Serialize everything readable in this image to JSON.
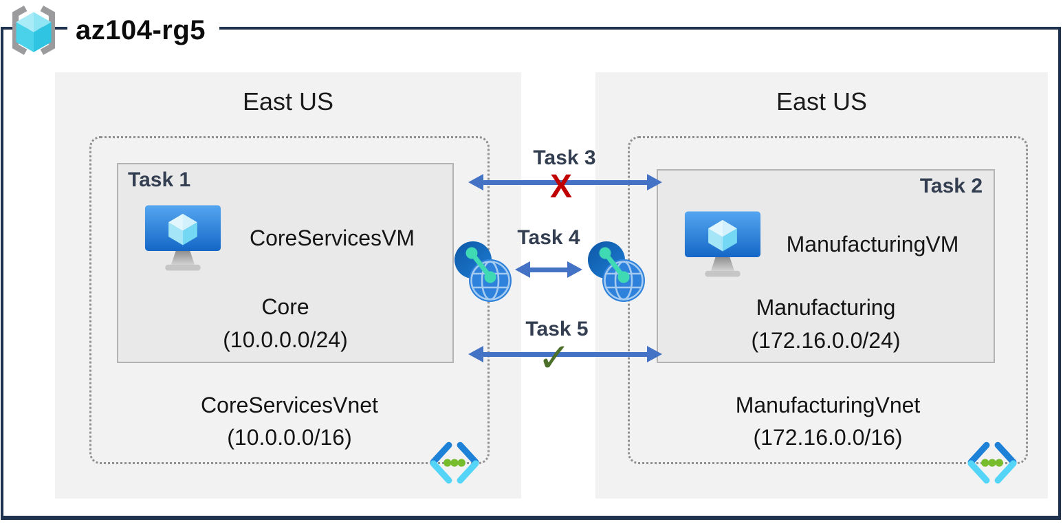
{
  "resource_group": {
    "name": "az104-rg5"
  },
  "vnets": [
    {
      "region": "East US",
      "task": "Task 1",
      "vm_name": "CoreServicesVM",
      "subnet_name": "Core",
      "subnet_cidr": "(10.0.0.0/24)",
      "vnet_name": "CoreServicesVnet",
      "vnet_cidr": "(10.0.0.0/16)"
    },
    {
      "region": "East US",
      "task": "Task 2",
      "vm_name": "ManufacturingVM",
      "subnet_name": "Manufacturing",
      "subnet_cidr": "(172.16.0.0/24)",
      "vnet_name": "ManufacturingVnet",
      "vnet_cidr": "(172.16.0.0/16)"
    }
  ],
  "connections": [
    {
      "label": "Task 3",
      "marker": "X",
      "status": "blocked"
    },
    {
      "label": "Task 4",
      "marker": "",
      "status": "peered"
    },
    {
      "label": "Task 5",
      "marker": "✓",
      "status": "allowed"
    }
  ],
  "colors": {
    "frame": "#1f3350",
    "arrow": "#4472c4",
    "blocked": "#c00000",
    "allowed": "#4c7029",
    "task_text": "#333f50"
  }
}
